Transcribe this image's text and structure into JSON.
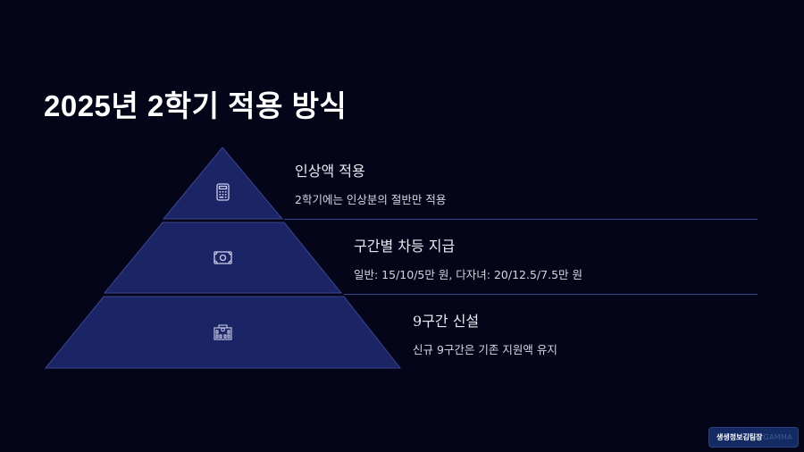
{
  "slide": {
    "title": "2025년 2학기 적용 방식",
    "colors": {
      "background": "#050519",
      "tier_fill": "#1b2566",
      "tier_stroke": "#3a4590",
      "divider": "#3a4590",
      "text": "#e9e9f2"
    }
  },
  "pyramid": {
    "tiers": [
      {
        "icon": "calculator-icon",
        "title": "인상액 적용",
        "description": "2학기에는 인상분의 절반만 적용"
      },
      {
        "icon": "banknote-icon",
        "title": "구간별 차등 지급",
        "description": "일반: 15/10/5만 원, 다자녀: 20/12.5/7.5만 원"
      },
      {
        "icon": "school-building-icon",
        "title": "9구간 신설",
        "description": "신규 9구간은 기존 지원액 유지"
      }
    ]
  },
  "badge": {
    "brand": "생생정보김팀장",
    "suffix": "GAMMA"
  }
}
